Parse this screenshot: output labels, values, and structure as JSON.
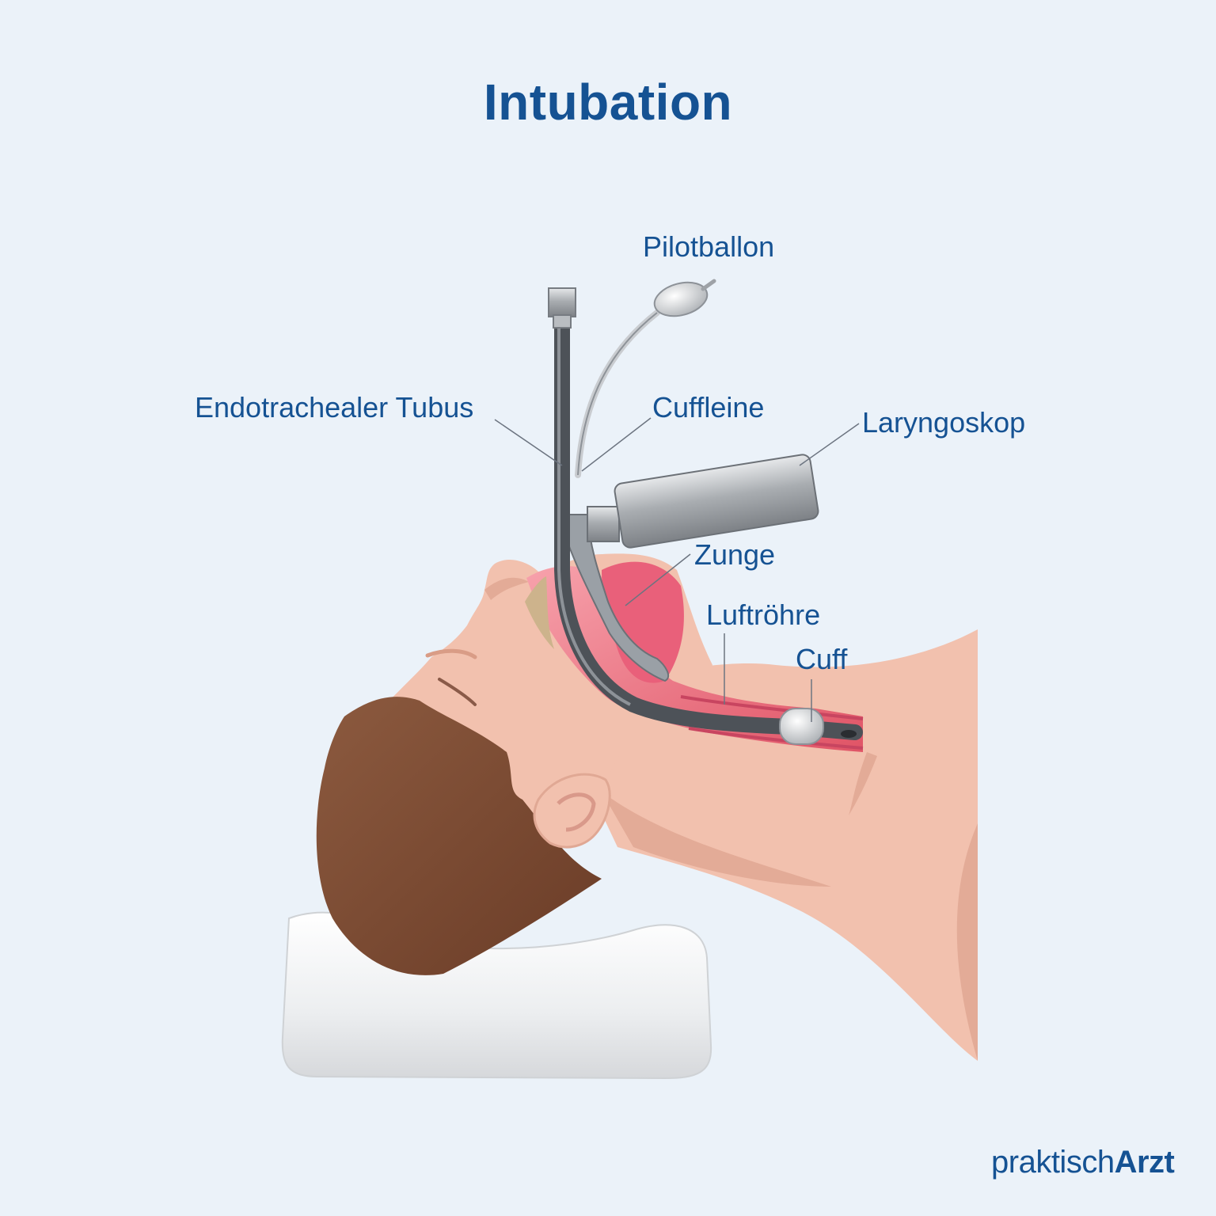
{
  "title": "Intubation",
  "labels": {
    "pilot_balloon": "Pilotballon",
    "endotracheal_tube": "Endotrachealer Tubus",
    "cuff_line": "Cuffleine",
    "laryngoscope": "Laryngoskop",
    "tongue": "Zunge",
    "trachea": "Luftröhre",
    "cuff": "Cuff"
  },
  "logo": {
    "part1": "praktisch",
    "part2": "Arzt"
  },
  "colors": {
    "background": "#ebf2f9",
    "text": "#155293",
    "skin": "#f2c1ae",
    "hair": "#7a4a33",
    "airway": "#e8687a",
    "tube": "#5a5f66",
    "pillow": "#f1f2f3"
  }
}
